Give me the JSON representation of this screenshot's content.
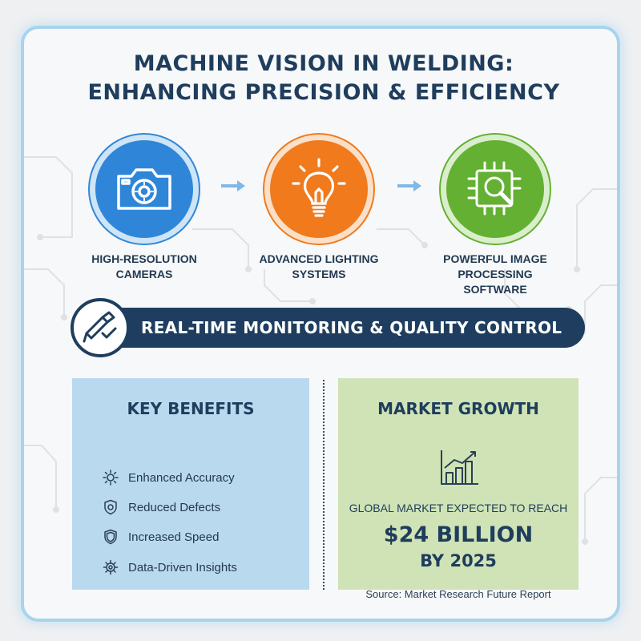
{
  "title": {
    "line1": "MACHINE VISION IN WELDING:",
    "line2": "ENHANCING PRECISION & EFFICIENCY"
  },
  "components": [
    {
      "label": "HIGH-RESOLUTION CAMERAS",
      "icon": "camera-icon",
      "color": "#2f86d8"
    },
    {
      "label": "ADVANCED LIGHTING SYSTEMS",
      "icon": "lightbulb-icon",
      "color": "#f07a1c"
    },
    {
      "label": "POWERFUL IMAGE PROCESSING SOFTWARE",
      "icon": "chip-magnifier-icon",
      "color": "#63b033"
    }
  ],
  "banner": {
    "text": "REAL-TIME MONITORING & QUALITY CONTROL",
    "icon": "welding-torch-check-icon",
    "color": "#1f3e5f"
  },
  "benefits": {
    "title": "KEY BENEFITS",
    "items": [
      {
        "label": "Enhanced Accuracy",
        "icon": "sun-icon"
      },
      {
        "label": "Reduced Defects",
        "icon": "shield-gear-icon"
      },
      {
        "label": "Increased Speed",
        "icon": "shield-icon"
      },
      {
        "label": "Data-Driven Insights",
        "icon": "gear-icon"
      }
    ],
    "color": "#b9d9ef"
  },
  "market": {
    "title": "MARKET GROWTH",
    "icon": "bar-chart-growth-icon",
    "line1": "GLOBAL MARKET EXPECTED TO REACH",
    "value": "$24 BILLION",
    "year": "BY 2025",
    "source": "Source: Market Research Future Report",
    "color": "#cfe3b6"
  }
}
